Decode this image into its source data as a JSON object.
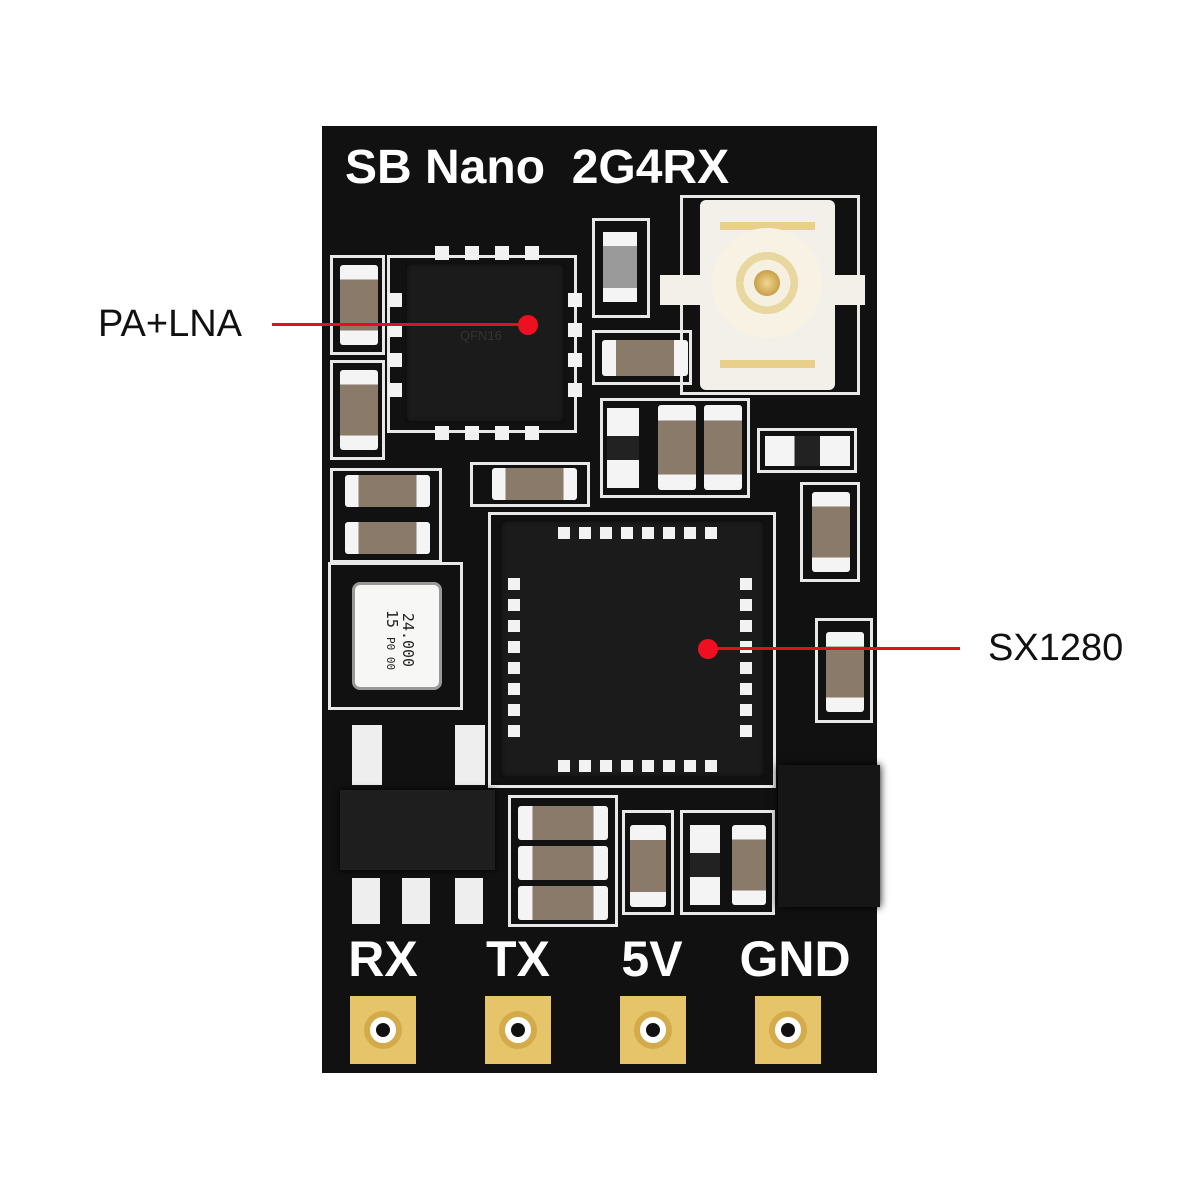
{
  "board": {
    "title": "SB Nano  2G4RX",
    "pa_chip_marking": "QFN16",
    "crystal_marking": {
      "line1": "24.000",
      "line2": "15",
      "line3": "P0 00"
    },
    "pins": [
      {
        "label": "RX"
      },
      {
        "label": "TX"
      },
      {
        "label": "5V"
      },
      {
        "label": "GND"
      }
    ]
  },
  "callouts": [
    {
      "label": "PA+LNA"
    },
    {
      "label": "SX1280"
    }
  ],
  "colors": {
    "board": "#111111",
    "callout": "#e01020",
    "gold": "#e6c46a",
    "capacitor": "#8a7a6a"
  }
}
